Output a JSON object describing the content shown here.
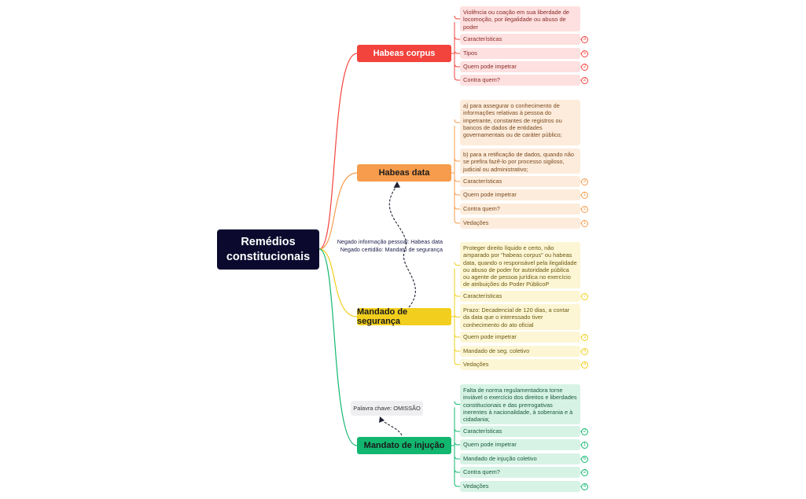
{
  "root": {
    "line1": "Remédios",
    "line2": "constitucionais"
  },
  "branches": [
    {
      "id": "hc",
      "label": "Habeas corpus",
      "color": "#f2433d",
      "leaf_bg": "#fde0df",
      "leaf_text": "#8a2a27",
      "leaves": [
        {
          "text": "Violência ou coação em sua liberdade de locomoção, por ilegalidade ou abuso de poder",
          "badge": ""
        },
        {
          "text": "Características",
          "badge": "3"
        },
        {
          "text": "Tipos",
          "badge": "5"
        },
        {
          "text": "Quem pode impetrar",
          "badge": "2"
        },
        {
          "text": "Contra quem?",
          "badge": "2"
        }
      ]
    },
    {
      "id": "hd",
      "label": "Habeas data",
      "color": "#f69c4c",
      "leaf_bg": "#fdecdc",
      "leaf_text": "#7a4a1e",
      "leaves": [
        {
          "text": "a) para assegurar o conhecimento de informações relativas à pessoa do impetrante, constantes de registros ou bancos de dados de entidades governamentais ou de caráter público;",
          "badge": ""
        },
        {
          "text": "b) para a retificação de dados, quando não se prefira fazê-lo por processo sigiloso, judicial ou administrativo;",
          "badge": ""
        },
        {
          "text": "Características",
          "badge": "3"
        },
        {
          "text": "Quem pode impetrar",
          "badge": "1"
        },
        {
          "text": "Contra quem?",
          "badge": "2"
        },
        {
          "text": "Vedações",
          "badge": "1"
        }
      ]
    },
    {
      "id": "ms",
      "label": "Mandado de segurança",
      "color": "#f2cf1e",
      "leaf_bg": "#fdf6d5",
      "leaf_text": "#6b5a10",
      "leaves": [
        {
          "text": "Proteger direito líquido e certo, não amparado por \"habeas corpus\" ou habeas data, quando o responsável pela ilegalidade ou abuso de poder for autoridade pública ou agente de pessoa jurídica no exercício de atribuições do Poder PúblicoP",
          "badge": ""
        },
        {
          "text": "Características",
          "badge": "7"
        },
        {
          "text": "Prazo: Decadencial de 120 dias, a contar da data que o interessado tiver conhecimento do ato oficial",
          "badge": ""
        },
        {
          "text": "Quem pode impetrar",
          "badge": "3"
        },
        {
          "text": "Mandado de seg. coletivo",
          "badge": "4"
        },
        {
          "text": "Vedações",
          "badge": "4"
        }
      ]
    },
    {
      "id": "mi",
      "label": "Mandato de injução",
      "color": "#12b76f",
      "leaf_bg": "#d7f3e6",
      "leaf_text": "#195a3c",
      "leaves": [
        {
          "text": "Falta de norma regulamentadora torne inviável o exercício dos direitos e liberdades constitucionais e das prerrogativas inerentes à nacionalidade, à soberania e à cidadania;",
          "badge": ""
        },
        {
          "text": "Características",
          "badge": "2"
        },
        {
          "text": "Quem pode impetrar",
          "badge": "1"
        },
        {
          "text": "Mandado de injução coletivo",
          "badge": "6"
        },
        {
          "text": "Contra quem?",
          "badge": "2"
        },
        {
          "text": "Vedações",
          "badge": "4"
        }
      ]
    }
  ],
  "note": {
    "line1": "Negado informação pessoal: Habeas data",
    "line2": "Negado certidão: Mandato de segurança"
  },
  "keyword": "Palavra chave: OMISSÃO",
  "colors": {
    "root_bg": "#0b0a2e",
    "note_text": "#1c1c4a",
    "dash": "#1f1f33"
  },
  "icons": {
    "badge": "count-badge-icon"
  }
}
